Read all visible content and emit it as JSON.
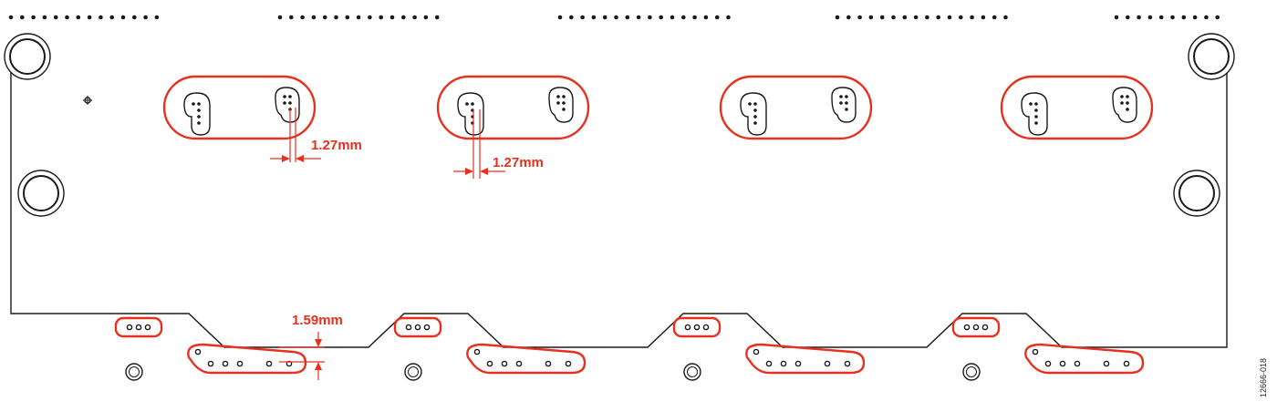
{
  "dimensions": {
    "pitch_a": "1.27mm",
    "pitch_b": "1.27mm",
    "offset": "1.59mm"
  },
  "figure_id": "12666-018",
  "colors": {
    "highlight": "#e8301e",
    "outline": "#1a1a1a",
    "background": "#ffffff"
  }
}
